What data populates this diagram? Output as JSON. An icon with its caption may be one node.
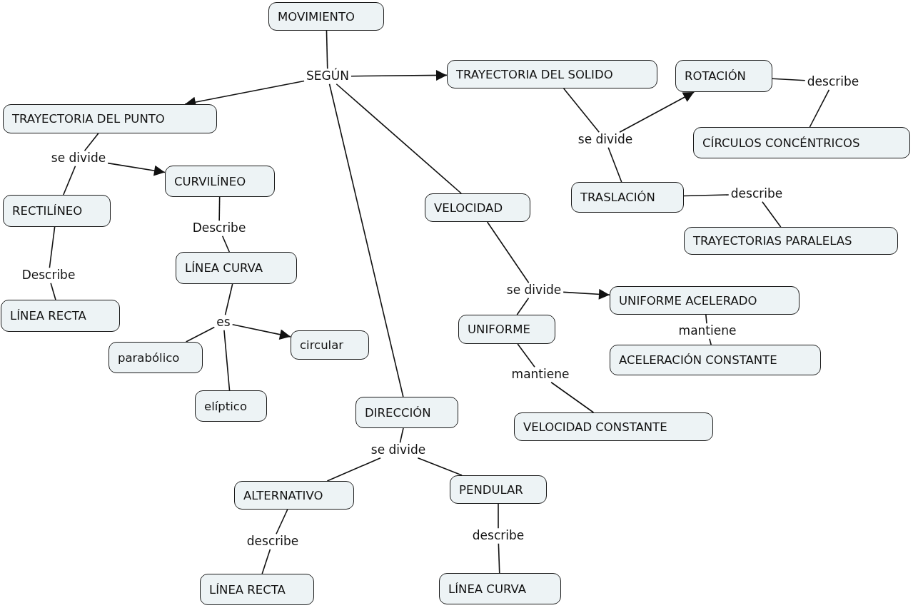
{
  "diagram": {
    "nodes": [
      {
        "text": [
          "MOVIMIENTO"
        ]
      },
      {
        "text": [
          "SEGÚN"
        ]
      },
      {
        "text": [
          "TRAYECTORIA DEL SOLIDO"
        ]
      },
      {
        "text": [
          "TRAYECTORIA DEL PUNTO"
        ]
      },
      {
        "text": [
          "ROTACIÓN"
        ]
      },
      {
        "text": [
          "describe"
        ]
      },
      {
        "text": [
          "se divide"
        ]
      },
      {
        "text": [
          "CÍRCULOS CONCÉNTRICOS"
        ]
      },
      {
        "text": [
          "se divide"
        ]
      },
      {
        "text": [
          "CURVILÍNEO"
        ]
      },
      {
        "text": [
          "TRASLACIÓN"
        ]
      },
      {
        "text": [
          "describe"
        ]
      },
      {
        "text": [
          "VELOCIDAD"
        ]
      },
      {
        "text": [
          "RECTILÍNEO"
        ]
      },
      {
        "text": [
          "Describe"
        ]
      },
      {
        "text": [
          "TRAYECTORIAS PARALELAS"
        ]
      },
      {
        "text": [
          "LÍNEA CURVA"
        ]
      },
      {
        "text": [
          "Describe"
        ]
      },
      {
        "text": [
          "se divide"
        ]
      },
      {
        "text": [
          "UNIFORME ACELERADO"
        ]
      },
      {
        "text": [
          "LÍNEA RECTA"
        ]
      },
      {
        "text": [
          "UNIFORME"
        ]
      },
      {
        "text": [
          "es"
        ]
      },
      {
        "text": [
          "mantiene"
        ]
      },
      {
        "text": [
          "circular"
        ]
      },
      {
        "text": [
          "parabólico"
        ]
      },
      {
        "text": [
          "ACELERACIÓN CONSTANTE"
        ]
      },
      {
        "text": [
          "mantiene"
        ]
      },
      {
        "text": [
          "elíptico"
        ]
      },
      {
        "text": [
          "DIRECCIÓN"
        ]
      },
      {
        "text": [
          "VELOCIDAD CONSTANTE"
        ]
      },
      {
        "text": [
          "se divide"
        ]
      },
      {
        "text": [
          "ALTERNATIVO"
        ]
      },
      {
        "text": [
          "PENDULAR"
        ]
      },
      {
        "text": [
          "describe"
        ]
      },
      {
        "text": [
          "describe"
        ]
      },
      {
        "text": [
          "LÍNEA RECTA"
        ]
      },
      {
        "text": [
          "LÍNEA CURVA"
        ]
      }
    ],
    "edges": [
      {
        "from": 0,
        "to": 1,
        "arrow": "none"
      },
      {
        "from": 1,
        "to": 2,
        "arrow": "to"
      },
      {
        "from": 1,
        "to": 3,
        "arrow": "to"
      },
      {
        "from": 1,
        "to": 12,
        "arrow": "none"
      },
      {
        "from": 1,
        "to": 29,
        "arrow": "none"
      },
      {
        "from": 2,
        "to": 6,
        "arrow": "none"
      },
      {
        "from": 6,
        "to": 4,
        "arrow": "to"
      },
      {
        "from": 6,
        "to": 10,
        "arrow": "none"
      },
      {
        "from": 4,
        "to": 5,
        "arrow": "none"
      },
      {
        "from": 5,
        "to": 7,
        "arrow": "none"
      },
      {
        "from": 10,
        "to": 11,
        "arrow": "none"
      },
      {
        "from": 11,
        "to": 15,
        "arrow": "none"
      },
      {
        "from": 3,
        "to": 8,
        "arrow": "none"
      },
      {
        "from": 8,
        "to": 9,
        "arrow": "to"
      },
      {
        "from": 8,
        "to": 13,
        "arrow": "none"
      },
      {
        "from": 9,
        "to": 14,
        "arrow": "none"
      },
      {
        "from": 14,
        "to": 16,
        "arrow": "none"
      },
      {
        "from": 13,
        "to": 17,
        "arrow": "none"
      },
      {
        "from": 17,
        "to": 20,
        "arrow": "none"
      },
      {
        "from": 16,
        "to": 22,
        "arrow": "none"
      },
      {
        "from": 22,
        "to": 24,
        "arrow": "to"
      },
      {
        "from": 22,
        "to": 25,
        "arrow": "none"
      },
      {
        "from": 22,
        "to": 28,
        "arrow": "none"
      },
      {
        "from": 12,
        "to": 18,
        "arrow": "none"
      },
      {
        "from": 18,
        "to": 19,
        "arrow": "to"
      },
      {
        "from": 18,
        "to": 21,
        "arrow": "none"
      },
      {
        "from": 19,
        "to": 23,
        "arrow": "none"
      },
      {
        "from": 23,
        "to": 26,
        "arrow": "none"
      },
      {
        "from": 21,
        "to": 27,
        "arrow": "none"
      },
      {
        "from": 27,
        "to": 30,
        "arrow": "none"
      },
      {
        "from": 29,
        "to": 31,
        "arrow": "none"
      },
      {
        "from": 31,
        "to": 32,
        "arrow": "none"
      },
      {
        "from": 31,
        "to": 33,
        "arrow": "none"
      },
      {
        "from": 32,
        "to": 34,
        "arrow": "none"
      },
      {
        "from": 34,
        "to": 36,
        "arrow": "none"
      },
      {
        "from": 33,
        "to": 35,
        "arrow": "none"
      },
      {
        "from": 35,
        "to": 37,
        "arrow": "none"
      }
    ]
  }
}
